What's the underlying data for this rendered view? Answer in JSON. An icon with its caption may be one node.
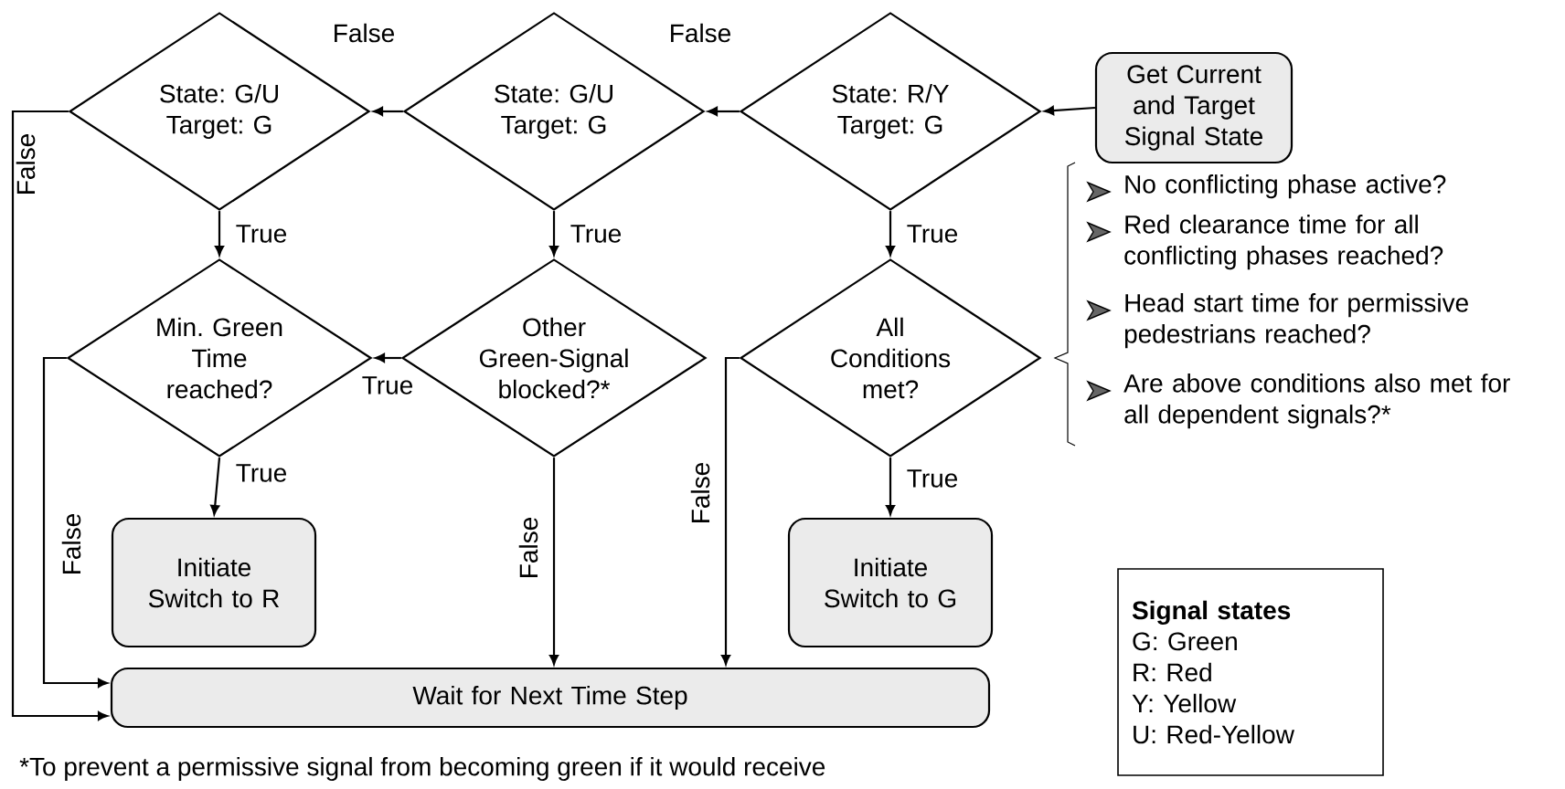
{
  "diagram": {
    "nodes": [
      {
        "text": [
          "Get Current and Target Signal State"
        ]
      },
      {
        "text": [
          "State: R/Y Target: G"
        ]
      },
      {
        "text": [
          "State: G/U Target: G"
        ]
      },
      {
        "text": [
          "State: G/U Target: G"
        ]
      },
      {
        "text": [
          "Min. Green Time reached?"
        ]
      },
      {
        "text": [
          "Other Green-Signal blocked?*"
        ]
      },
      {
        "text": [
          "All Conditions met?"
        ]
      },
      {
        "text": [
          "Initiate Switch to R"
        ]
      },
      {
        "text": [
          "Initiate Switch to G"
        ]
      },
      {
        "text": [
          "Wait for Next Time Step"
        ]
      },
      {
        "text": [
          "Signal states",
          "G: Green",
          "R: Red",
          "Y: Yellow",
          "U: Red-Yellow"
        ]
      }
    ],
    "edges": [
      {
        "from": 0,
        "to": 1,
        "arrow": "to"
      },
      {
        "from": 1,
        "to": 2,
        "arrow": "to",
        "label": "False"
      },
      {
        "from": 2,
        "to": 3,
        "arrow": "to",
        "label": "False"
      },
      {
        "from": 3,
        "to": 9,
        "arrow": "to",
        "label": "False"
      },
      {
        "from": 3,
        "to": 4,
        "arrow": "to",
        "label": "True"
      },
      {
        "from": 2,
        "to": 5,
        "arrow": "to",
        "label": "True"
      },
      {
        "from": 1,
        "to": 6,
        "arrow": "to",
        "label": "True"
      },
      {
        "from": 4,
        "to": 9,
        "arrow": "to",
        "label": "False"
      },
      {
        "from": 4,
        "to": 7,
        "arrow": "to",
        "label": "True"
      },
      {
        "from": 5,
        "to": 4,
        "arrow": "to",
        "label": "True"
      },
      {
        "from": 5,
        "to": 9,
        "arrow": "to",
        "label": "False"
      },
      {
        "from": 6,
        "to": 9,
        "arrow": "to",
        "label": "False"
      },
      {
        "from": 6,
        "to": 8,
        "arrow": "to",
        "label": "True"
      }
    ],
    "labels": [
      "No conflicting phase active?",
      "Red clearance time for all conflicting phases reached?",
      "Head start time for permissive pedestrians reached?",
      "Are above conditions also met for all dependent signals?*",
      "*To prevent a permissive signal from becoming green if it would receive"
    ]
  }
}
